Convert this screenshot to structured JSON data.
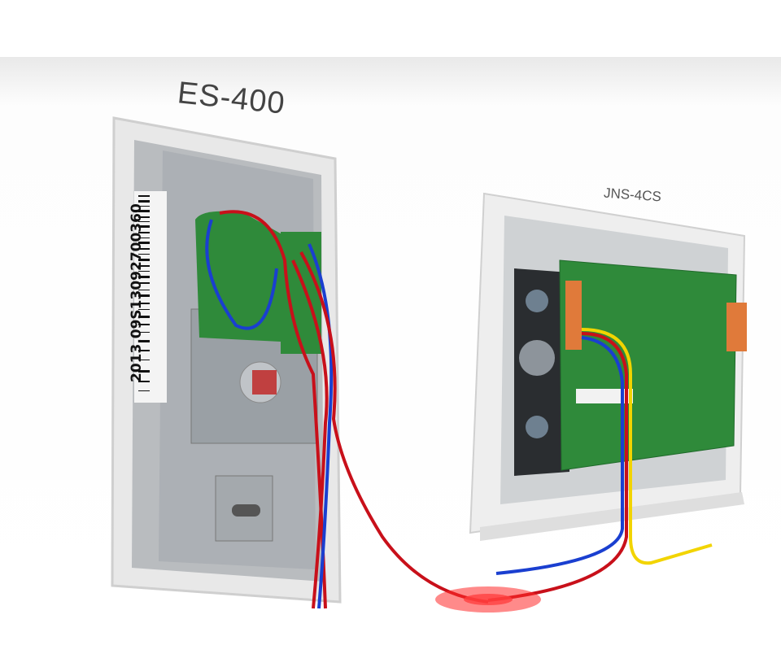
{
  "labels": {
    "left_device": "ES-400",
    "right_device": "JNS-4CS",
    "barcode": "2013.09S13092700360"
  },
  "colors": {
    "wire_red": "#c8101a",
    "wire_blue": "#1a3fd0",
    "wire_yellow": "#f2d400",
    "pcb_green": "#2f8a3a",
    "plate_white": "#ececec"
  }
}
